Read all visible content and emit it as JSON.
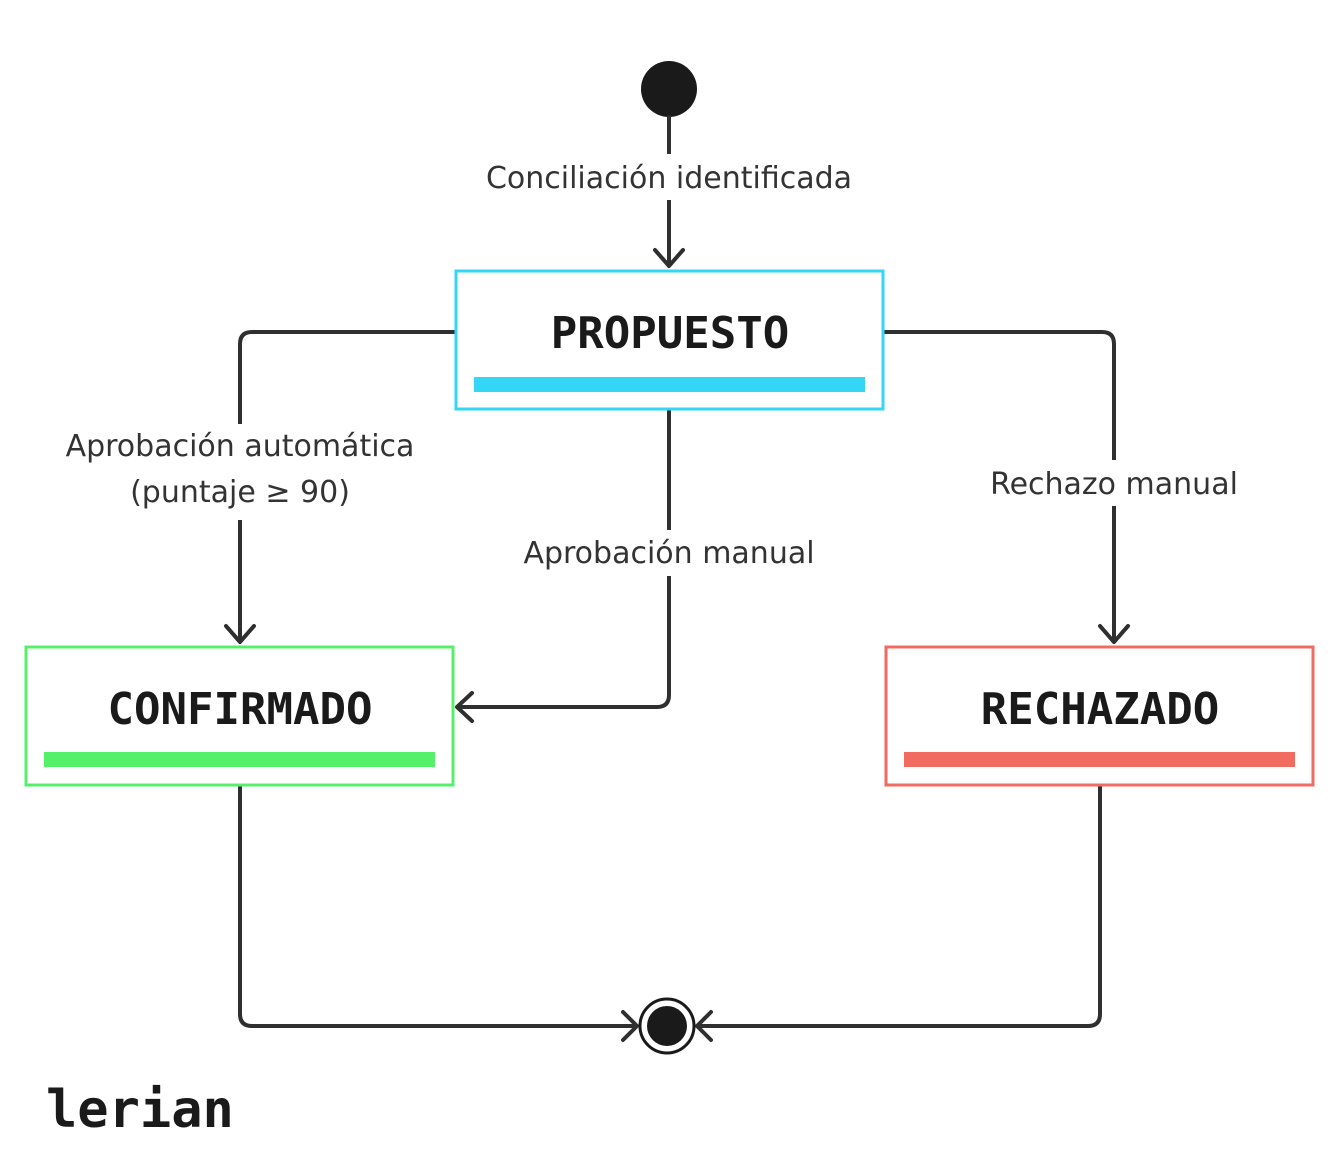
{
  "states": {
    "propuesto": {
      "title": "PROPUESTO",
      "accent": "#33d6f5"
    },
    "confirmado": {
      "title": "CONFIRMADO",
      "accent": "#55f06a"
    },
    "rechazado": {
      "title": "RECHAZADO",
      "accent": "#f26b61"
    }
  },
  "transitions": {
    "start_to_propuesto": "Conciliación identificada",
    "auto_approval_line1": "Aprobación automática",
    "auto_approval_line2": "(puntaje ≥ 90)",
    "manual_approval": "Aprobación manual",
    "manual_rejection": "Rechazo manual"
  },
  "colors": {
    "edge": "#2f2f2f",
    "node": "#1a1a1a"
  },
  "brand": {
    "logo_text": "lerian"
  }
}
